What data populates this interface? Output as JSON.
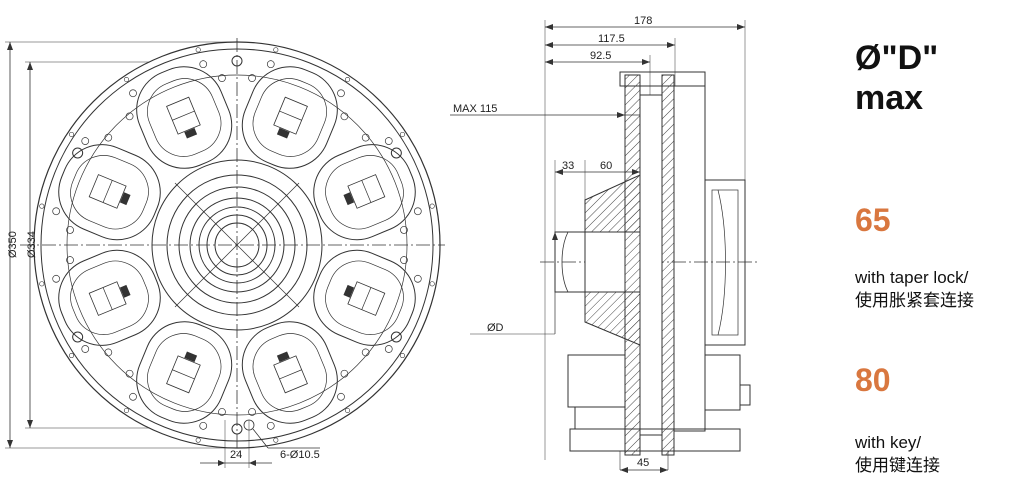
{
  "front_view": {
    "dia_outer": "Ø350",
    "dia_inner": "Ø334",
    "dim_bottom": "24",
    "holes": "6-Ø10.5"
  },
  "side_view": {
    "dim_178": "178",
    "dim_117_5": "117.5",
    "dim_92_5": "92.5",
    "max_label": "MAX 115",
    "dim_33": "33",
    "dim_60": "60",
    "dia_d": "ØD",
    "dim_45": "45"
  },
  "spec": {
    "heading_line1": "Ø\"D\"",
    "heading_line2": "max",
    "value_taper": "65",
    "taper_en": "with taper lock/",
    "taper_cn": "使用胀紧套连接",
    "value_key": "80",
    "key_en": "with key/",
    "key_cn": "使用键连接",
    "accent_color": "#d9773f"
  }
}
